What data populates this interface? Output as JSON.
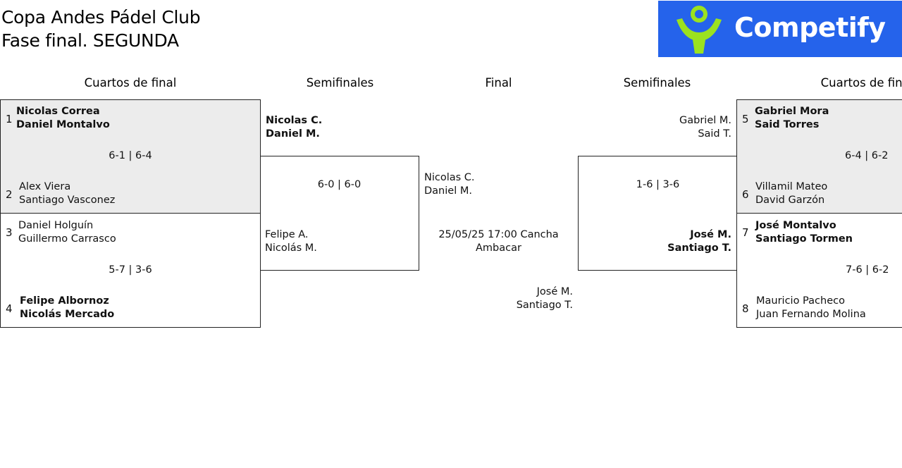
{
  "header": {
    "line1": "Copa Andes Pádel Club",
    "line2": "Fase final. SEGUNDA"
  },
  "logo": {
    "text": "Competify",
    "bg_color": "#2563eb",
    "icon_color": "#9be21f",
    "icon": "person-icon"
  },
  "columns": {
    "qf_left": "Cuartos de final",
    "sf_left": "Semifinales",
    "final": "Final",
    "sf_right": "Semifinales",
    "qf_right": "Cuartos de final"
  },
  "quarterfinals": {
    "left_top": {
      "team1": {
        "seed": "1",
        "p1": "Nicolas Correa",
        "p2": "Daniel Montalvo"
      },
      "score": "6-1 | 6-4",
      "team2": {
        "seed": "2",
        "p1": "Alex Viera",
        "p2": "Santiago Vasconez"
      }
    },
    "left_bottom": {
      "team1": {
        "seed": "3",
        "p1": "Daniel Holguín",
        "p2": "Guillermo Carrasco"
      },
      "score": "5-7 | 3-6",
      "team2": {
        "seed": "4",
        "p1": "Felipe Albornoz",
        "p2": "Nicolás Mercado"
      }
    },
    "right_top": {
      "team1": {
        "seed": "5",
        "p1": "Gabriel Mora",
        "p2": "Said Torres"
      },
      "score": "6-4 | 6-2",
      "team2": {
        "seed": "6",
        "p1": "Villamil Mateo",
        "p2": "David Garzón"
      }
    },
    "right_bottom": {
      "team1": {
        "seed": "7",
        "p1": "José Montalvo",
        "p2": "Santiago Tormen"
      },
      "score": "7-6 | 6-2",
      "team2": {
        "seed": "8",
        "p1": "Mauricio Pacheco",
        "p2": "Juan Fernando Molina"
      }
    }
  },
  "semifinals": {
    "left": {
      "team1": {
        "p1": "Nicolas C.",
        "p2": "Daniel M."
      },
      "score": "6-0 | 6-0",
      "team2": {
        "p1": "Felipe A.",
        "p2": "Nicolás M."
      }
    },
    "right": {
      "team1": {
        "p1": "Gabriel M.",
        "p2": "Said T."
      },
      "score": "1-6 | 3-6",
      "team2": {
        "p1": "José M.",
        "p2": "Santiago T."
      }
    }
  },
  "final": {
    "team1": {
      "p1": "Nicolas C.",
      "p2": "Daniel M."
    },
    "info_line1": "25/05/25 17:00 Cancha",
    "info_line2": "Ambacar",
    "team2": {
      "p1": "José M.",
      "p2": "Santiago T."
    }
  }
}
